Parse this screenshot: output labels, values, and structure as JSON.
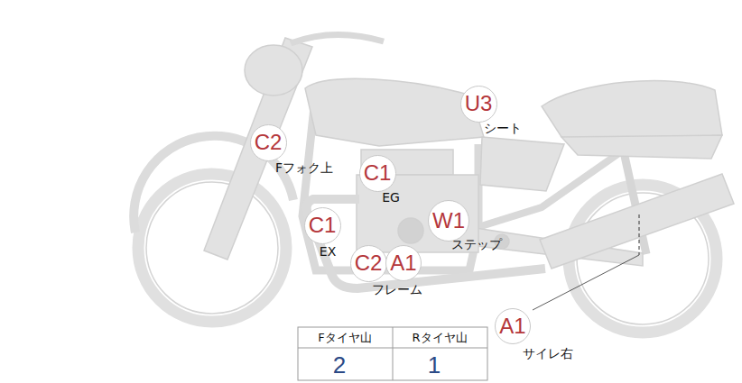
{
  "diagram": {
    "nodes": [
      {
        "text": [
          "U3"
        ]
      },
      {
        "text": [
          "C2"
        ]
      },
      {
        "text": [
          "C1"
        ]
      },
      {
        "text": [
          "W1"
        ]
      },
      {
        "text": [
          "C1"
        ]
      },
      {
        "text": [
          "C2"
        ]
      },
      {
        "text": [
          "A1"
        ]
      },
      {
        "text": [
          "A1"
        ]
      }
    ],
    "labels": [
      "シート",
      "Fフォク上",
      "EG",
      "ステップ",
      "EX",
      "フレーム",
      "サイレ右",
      "Fタイヤ山",
      "Rタイヤ山",
      "2",
      "1"
    ]
  }
}
